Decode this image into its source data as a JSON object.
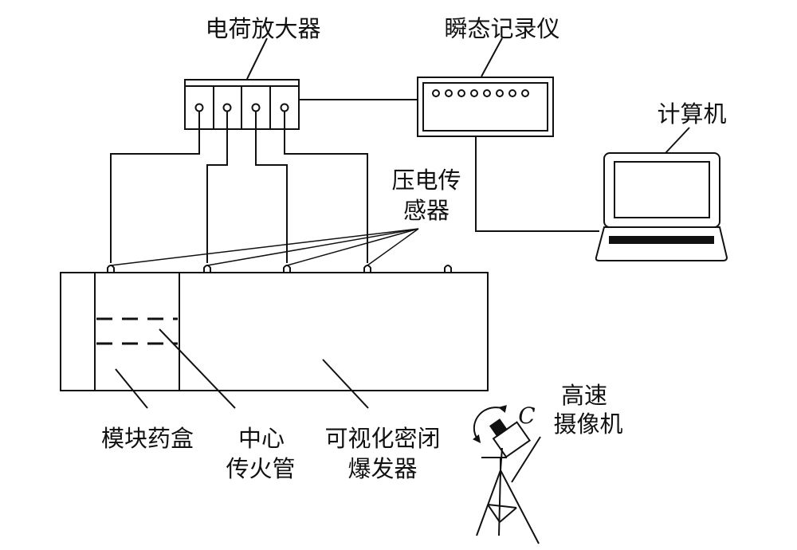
{
  "labels": {
    "charge_amplifier": "电荷放大器",
    "transient_recorder": "瞬态记录仪",
    "computer": "计算机",
    "sensor_line1": "压电传",
    "sensor_line2": "感器",
    "module_box": "模块药盒",
    "center_tube_line1": "中心",
    "center_tube_line2": "传火管",
    "chamber_line1": "可视化密闭",
    "chamber_line2": "爆发器",
    "camera_line1": "高速",
    "camera_line2": "摄像机",
    "rotation": "C"
  },
  "colors": {
    "ink": "#111111",
    "background": "#ffffff"
  }
}
